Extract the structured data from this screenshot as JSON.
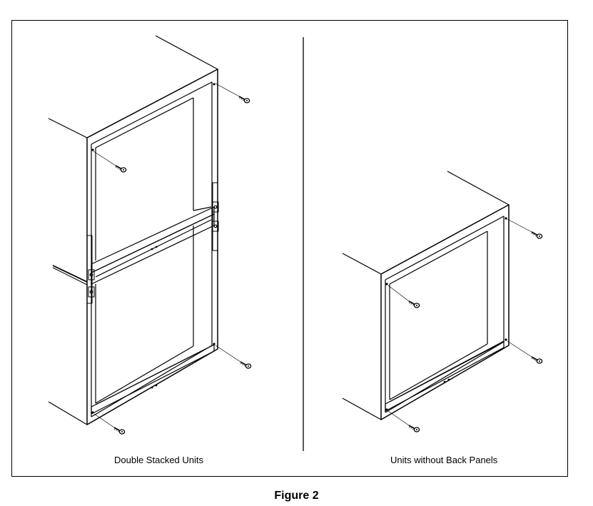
{
  "captions": {
    "left": "Double Stacked Units",
    "right": "Units without Back Panels"
  },
  "figure_title": "Figure 2",
  "colors": {
    "line": "#000000",
    "background": "#ffffff"
  }
}
